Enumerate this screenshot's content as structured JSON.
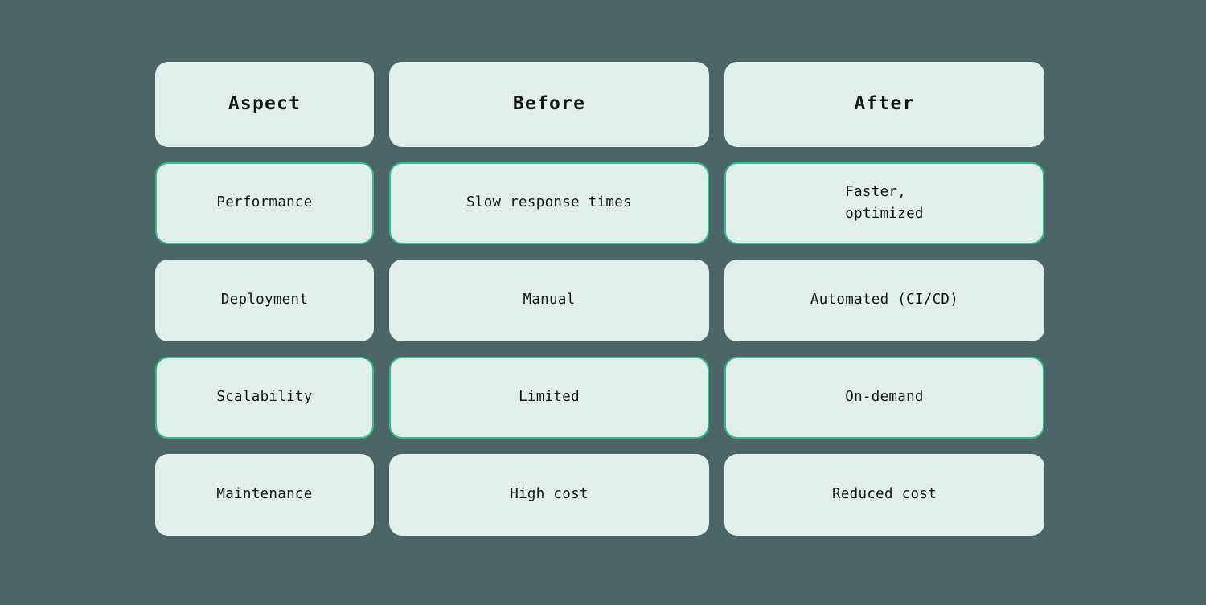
{
  "theme": {
    "background": "#4C6569",
    "cell_fill": "#E0EFE9",
    "highlight_border": "#35BC89",
    "text_color": "#111516"
  },
  "table": {
    "headers": {
      "aspect": "Aspect",
      "before": "Before",
      "after": "After"
    },
    "rows": [
      {
        "aspect": "Performance",
        "before": "Slow response times",
        "after": "Faster,\noptimized",
        "highlighted": true
      },
      {
        "aspect": "Deployment",
        "before": "Manual",
        "after": "Automated (CI/CD)",
        "highlighted": false
      },
      {
        "aspect": "Scalability",
        "before": "Limited",
        "after": "On-demand",
        "highlighted": true
      },
      {
        "aspect": "Maintenance",
        "before": "High cost",
        "after": "Reduced cost",
        "highlighted": false
      }
    ]
  }
}
